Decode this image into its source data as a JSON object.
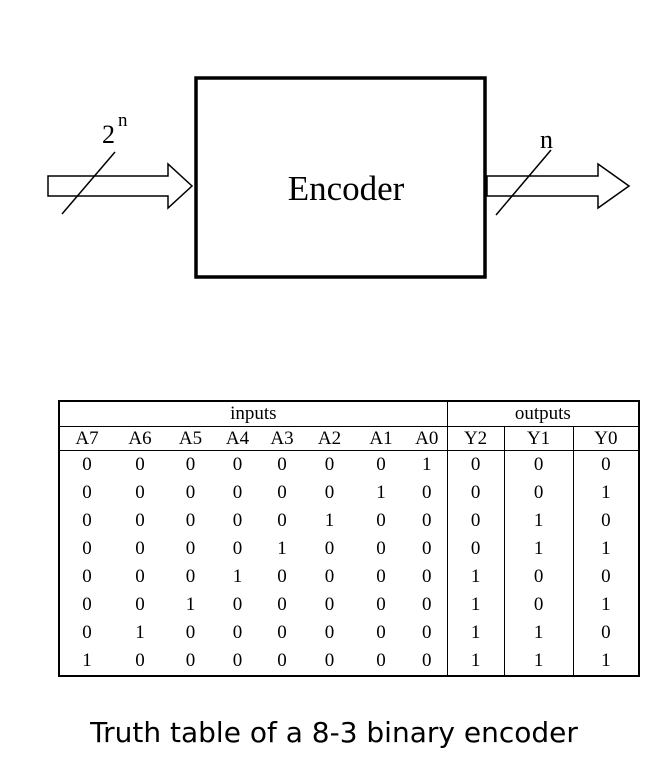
{
  "diagram": {
    "block_label": "Encoder",
    "input_width_label": "2",
    "input_width_exponent": "n",
    "output_width_label": "n"
  },
  "table": {
    "group_inputs": "inputs",
    "group_outputs": "outputs",
    "columns": [
      "A7",
      "A6",
      "A5",
      "A4",
      "A3",
      "A2",
      "A1",
      "A0",
      "Y2",
      "Y1",
      "Y0"
    ],
    "rows": [
      [
        "0",
        "0",
        "0",
        "0",
        "0",
        "0",
        "0",
        "1",
        "0",
        "0",
        "0"
      ],
      [
        "0",
        "0",
        "0",
        "0",
        "0",
        "0",
        "1",
        "0",
        "0",
        "0",
        "1"
      ],
      [
        "0",
        "0",
        "0",
        "0",
        "0",
        "1",
        "0",
        "0",
        "0",
        "1",
        "0"
      ],
      [
        "0",
        "0",
        "0",
        "0",
        "1",
        "0",
        "0",
        "0",
        "0",
        "1",
        "1"
      ],
      [
        "0",
        "0",
        "0",
        "1",
        "0",
        "0",
        "0",
        "0",
        "1",
        "0",
        "0"
      ],
      [
        "0",
        "0",
        "1",
        "0",
        "0",
        "0",
        "0",
        "0",
        "1",
        "0",
        "1"
      ],
      [
        "0",
        "1",
        "0",
        "0",
        "0",
        "0",
        "0",
        "0",
        "1",
        "1",
        "0"
      ],
      [
        "1",
        "0",
        "0",
        "0",
        "0",
        "0",
        "0",
        "0",
        "1",
        "1",
        "1"
      ]
    ]
  },
  "caption": "Truth table of a 8-3 binary encoder"
}
